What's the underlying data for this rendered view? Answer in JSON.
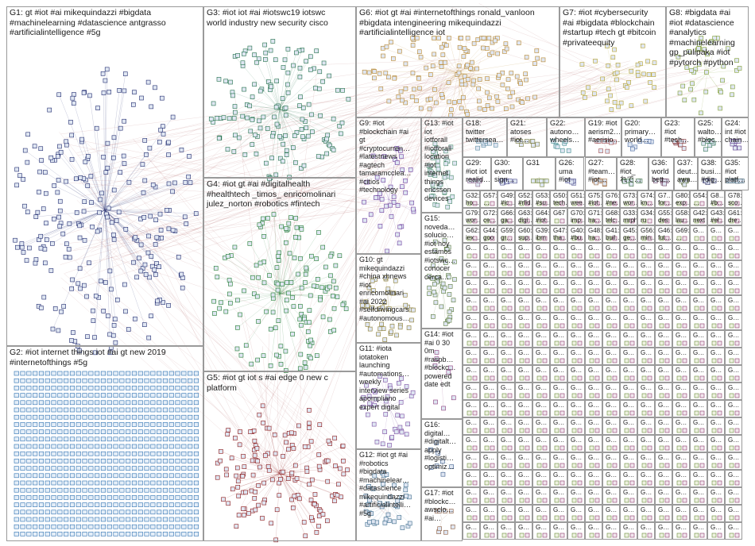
{
  "groups": [
    {
      "id": "G1",
      "label": "G1: gt #iot #ai mikequindazzi #bigdata\n#machinelearning #datascience antgrasso\n#artificialintelligence #5g",
      "color": "#1f2a6e"
    },
    {
      "id": "G2",
      "label": "G2: #iot internet things iot #ai gt new 2019\n#internetofthings #5g",
      "color": "#2b6fb0"
    },
    {
      "id": "G3",
      "label": "G3: #iot iot #ai #iotswc19 iotswc\nworld industry new security cisco",
      "color": "#1f6e48"
    },
    {
      "id": "G4",
      "label": "G4: #iot gt #ai #digitalhealth\n#healthtech _timos_ enricomolinari\njulez_norton #robotics #fintech",
      "color": "#1e7a2e"
    },
    {
      "id": "G5",
      "label": "G5: #iot gt iot s #ai edge 0 new c\nplatform",
      "color": "#8a1414"
    },
    {
      "id": "G6",
      "label": "G6: #iot gt #ai #internetofthings ronald_vanloon\n#bigdata intengineering mikequindazzi\n#artificialintelligence iot",
      "color": "#b8862b"
    },
    {
      "id": "G7",
      "label": "G7: #iot #cybersecurity\n#ai #bigdata #blockchain\n#startup #tech gt #bitcoin\n#privateequity",
      "color": "#b5a22a"
    },
    {
      "id": "G8",
      "label": "G8: #bigdata #ai\n#iot #datascience\n#analytics\n#machinelearning\ngp_pulipaka #iot\n#pytorch #python",
      "color": "#7d9b2b"
    },
    {
      "id": "G9",
      "label": "G9: #iot\n#blockchain #ai\ngt\n#cryptocurren…\n#latestnews\n#agtech\ntamaramcclea…\n#citios\n#technology",
      "color": "#6b3a9c"
    },
    {
      "id": "G10",
      "label": "G10: gt\nmikequindazzi\n#china xhnews\n#iot\nenricomolinari\n#ai 2022\n#selfdrivingcars\n#autonomous…",
      "color": "#8a7a2a"
    },
    {
      "id": "G11",
      "label": "G11: #iota\niotatoken\nlaunching\n#automations…\nweekly\ninterview series\napompliano\nexpert digital",
      "color": "#7a4aa0"
    },
    {
      "id": "G12",
      "label": "G12: #iot gt #ai\n#robotics\n#bigdata\n#machinelear…\n#datascience\nmikequindazzi\n#artificialintelli…\n#5g",
      "color": "#3a6a8a"
    },
    {
      "id": "G13",
      "label": "G13: #iot\niot\niotforall\n#iotforall\nlocation\n#iot\ninternet\nthings\nericsson\ndevices",
      "color": "#4a8a6a"
    },
    {
      "id": "G14",
      "label": "G14: #iot\n#ai 0 30\n0m\n#raspb…\n#blockc…\npowered\ndate edt",
      "color": "#8a3a7a"
    },
    {
      "id": "G15",
      "label": "G15:\nnoveda…\nsolucio…\n#iot hoy\nestamos\n#iotswc…\nconocer\ncerca…",
      "color": "#5a7a3a"
    },
    {
      "id": "G16",
      "label": "G16:\ndigital…\n#digitalt…\napply\n#logisti…\noptimiz…",
      "color": "#3a5a8a"
    },
    {
      "id": "G17",
      "label": "G17: #iot\n#blockc…\nawsclo…\n#ai…",
      "color": "#8a5a3a"
    },
    {
      "id": "G18",
      "label": "G18:\ntwitter\ntwittersea…",
      "color": "#5a8aa0"
    },
    {
      "id": "G19",
      "label": "G19: #iot\naerism2…\n#aerisio…",
      "color": "#a04a4a"
    },
    {
      "id": "G20",
      "label": "G20:\nprimary…\nworld…",
      "color": "#4a6aa0"
    },
    {
      "id": "G21",
      "label": "G21:\natoses\n#iot…",
      "color": "#7a7a3a"
    },
    {
      "id": "G22",
      "label": "G22:\nautono…\nwheels…",
      "color": "#3a8a8a"
    },
    {
      "id": "G23",
      "label": "G23:\n#iot\n#tech…",
      "color": "#8a3a3a"
    },
    {
      "id": "G24",
      "label": "G24:\nint #iot\nchain…",
      "color": "#5a3a8a"
    },
    {
      "id": "G25",
      "label": "G25:\nwalto…\n#bloc…",
      "color": "#3a7a5a"
    },
    {
      "id": "G26",
      "label": "G26:\numa\n#iot",
      "color": "#6a6aa0"
    },
    {
      "id": "G27",
      "label": "G27:\n#team…\n#iot…",
      "color": "#a06a3a"
    },
    {
      "id": "G28",
      "label": "G28:\n#iot_\nれで…",
      "color": "#3a6a3a"
    },
    {
      "id": "G29",
      "label": "G29:\n#iot iot\nrealid…",
      "color": "#8a6a8a"
    },
    {
      "id": "G30",
      "label": "G30:\nevent\nsign…",
      "color": "#4a4a8a"
    },
    {
      "id": "G31",
      "label": "G31",
      "color": "#7a8a3a"
    },
    {
      "id": "G35",
      "label": "G35:\n#iot\nplatf…",
      "color": "#3a5a6a"
    },
    {
      "id": "G36",
      "label": "G36:\nworld\nbett…",
      "color": "#6a3a5a"
    },
    {
      "id": "G37",
      "label": "G37:\ndeut…\nawa…",
      "color": "#5a6a3a"
    },
    {
      "id": "G38",
      "label": "G38:\nbusi…\n#dig…",
      "color": "#3a3a6a"
    }
  ],
  "grid_labels": [
    {
      "id": "G32",
      "label": "G32:\nho…\nsec…"
    },
    {
      "id": "G57",
      "label": "G57:\n…"
    },
    {
      "id": "G49",
      "label": "G49:\n#ic…"
    },
    {
      "id": "G52",
      "label": "G52:\n#rfid…"
    },
    {
      "id": "G53",
      "label": "G53:\n#su…"
    },
    {
      "id": "G50",
      "label": "G50:\ntech…"
    },
    {
      "id": "G51",
      "label": "G51:\nwee…"
    },
    {
      "id": "G75",
      "label": "G75:\n#iot…"
    },
    {
      "id": "G76",
      "label": "G76:\n#ne…"
    },
    {
      "id": "G73",
      "label": "G73:\nwor…"
    },
    {
      "id": "G74",
      "label": "G74:\nkn…"
    },
    {
      "id": "G7b",
      "label": "G7…\nfor…"
    },
    {
      "id": "G80",
      "label": "G80:\nexp…"
    },
    {
      "id": "G54",
      "label": "G54:\n…"
    },
    {
      "id": "G8b",
      "label": "G8…\n#b…"
    },
    {
      "id": "G78",
      "label": "G78:\nsco…"
    },
    {
      "id": "G79",
      "label": "G79:\nwor…"
    },
    {
      "id": "G72",
      "label": "G72:\nce…"
    },
    {
      "id": "G66",
      "label": "G66:\nga…"
    },
    {
      "id": "G63",
      "label": "G63:\ndigi…"
    },
    {
      "id": "G64",
      "label": "G64:\n#iot…"
    },
    {
      "id": "G67",
      "label": "G67"
    },
    {
      "id": "G70",
      "label": "G70:\nimp…"
    },
    {
      "id": "G71",
      "label": "G71:\nha…"
    },
    {
      "id": "G68",
      "label": "G68:\ntelc…"
    },
    {
      "id": "G33",
      "label": "G33:\nmrph…\ntrx…"
    },
    {
      "id": "G34",
      "label": "G34:\nru\n#cr…"
    },
    {
      "id": "G55",
      "label": "G55:\ndes"
    },
    {
      "id": "G58",
      "label": "G58:\nlau…"
    },
    {
      "id": "G42",
      "label": "G42:\nnext"
    },
    {
      "id": "G43",
      "label": "G43:\n#el…\n#au…"
    },
    {
      "id": "G61",
      "label": "G61:\ndre…"
    },
    {
      "id": "G62",
      "label": "G62:\niex…"
    },
    {
      "id": "G44",
      "label": "G44:\ngoo\nyes…"
    },
    {
      "id": "G59",
      "label": "G59:\ngr…"
    },
    {
      "id": "G60",
      "label": "G60:\nsup…"
    },
    {
      "id": "G39",
      "label": "G39:\nibm\nspa…"
    },
    {
      "id": "G47",
      "label": "G47:\ntha…"
    },
    {
      "id": "G40",
      "label": "G40:\n#bu…\nrec…"
    },
    {
      "id": "G48",
      "label": "G48:\nha…"
    },
    {
      "id": "G41",
      "label": "G41:\nbuil…\nsm…"
    },
    {
      "id": "G45",
      "label": "G45:\nge…"
    },
    {
      "id": "G56",
      "label": "G56:\nmin…"
    },
    {
      "id": "G46",
      "label": "G46:\nfut…"
    },
    {
      "id": "G69",
      "label": "G69:\n…"
    }
  ]
}
